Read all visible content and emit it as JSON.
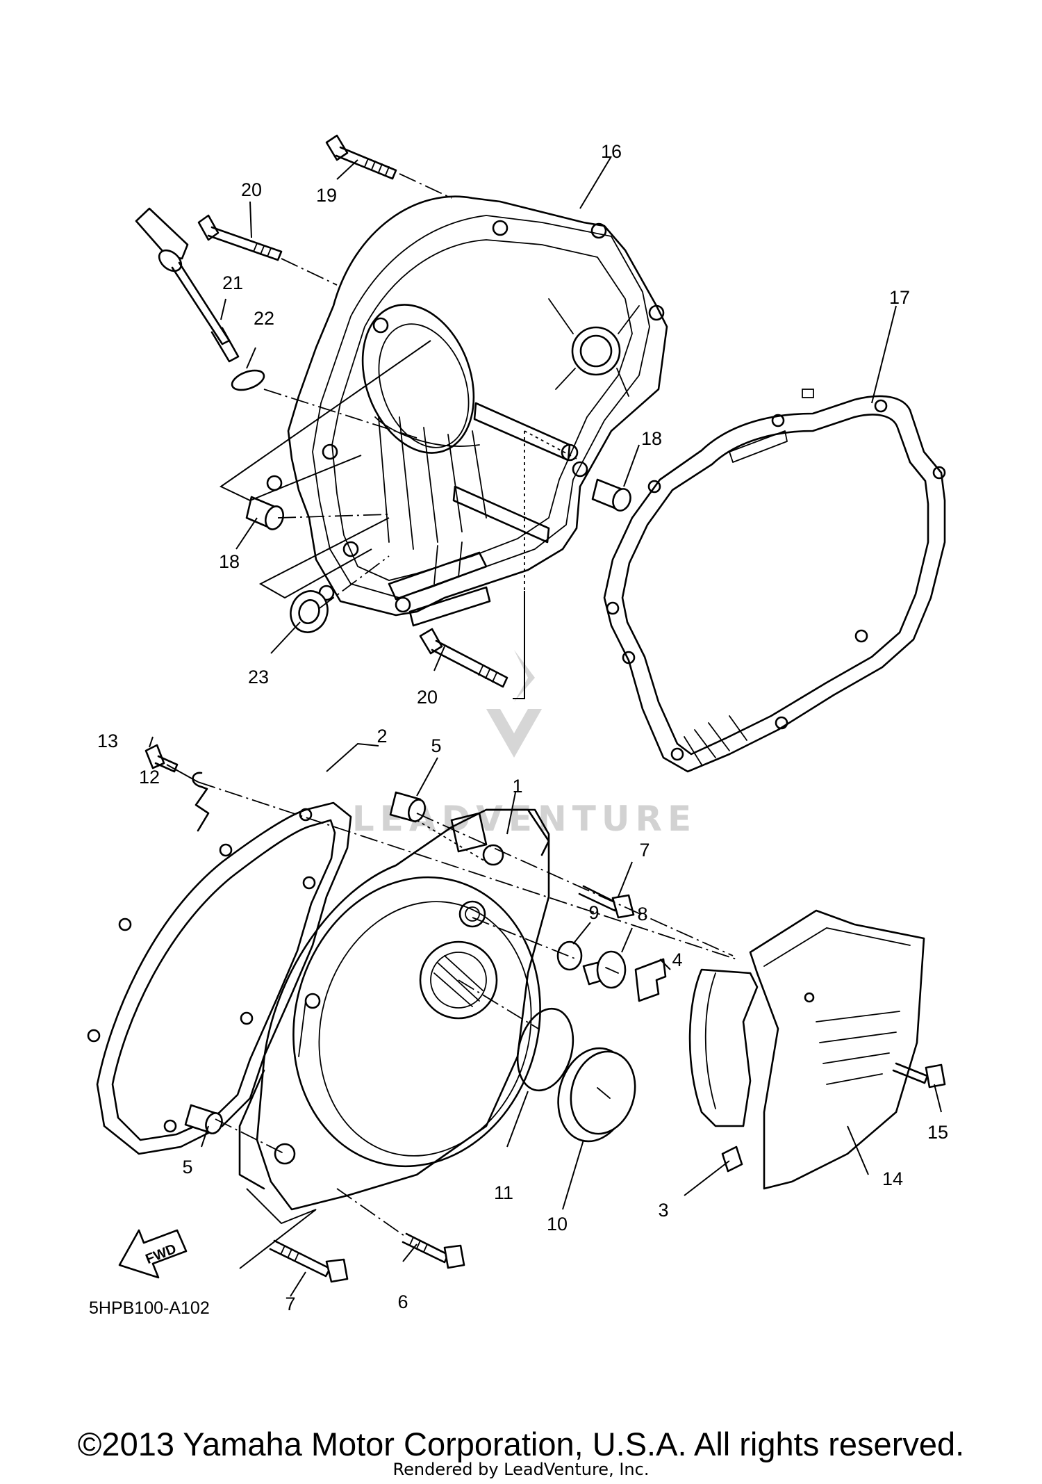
{
  "diagram": {
    "code": "5HPB100-A102",
    "fwd_label": "FWD",
    "watermark": "LEADVENTURE"
  },
  "parts": [
    {
      "id": "p1",
      "label": "1"
    },
    {
      "id": "p2",
      "label": "2"
    },
    {
      "id": "p3",
      "label": "3"
    },
    {
      "id": "p4",
      "label": "4"
    },
    {
      "id": "p5a",
      "label": "5"
    },
    {
      "id": "p5b",
      "label": "5"
    },
    {
      "id": "p6",
      "label": "6"
    },
    {
      "id": "p7a",
      "label": "7"
    },
    {
      "id": "p7b",
      "label": "7"
    },
    {
      "id": "p8",
      "label": "8"
    },
    {
      "id": "p9",
      "label": "9"
    },
    {
      "id": "p10",
      "label": "10"
    },
    {
      "id": "p11",
      "label": "11"
    },
    {
      "id": "p12",
      "label": "12"
    },
    {
      "id": "p13",
      "label": "13"
    },
    {
      "id": "p14",
      "label": "14"
    },
    {
      "id": "p15",
      "label": "15"
    },
    {
      "id": "p16",
      "label": "16"
    },
    {
      "id": "p17",
      "label": "17"
    },
    {
      "id": "p18a",
      "label": "18"
    },
    {
      "id": "p18b",
      "label": "18"
    },
    {
      "id": "p19",
      "label": "19"
    },
    {
      "id": "p20a",
      "label": "20"
    },
    {
      "id": "p20b",
      "label": "20"
    },
    {
      "id": "p21",
      "label": "21"
    },
    {
      "id": "p22",
      "label": "22"
    },
    {
      "id": "p23",
      "label": "23"
    }
  ],
  "footer": {
    "copyright": "©2013 Yamaha Motor Corporation, U.S.A. All rights reserved.",
    "rendered_by": "Rendered by LeadVenture, Inc."
  }
}
